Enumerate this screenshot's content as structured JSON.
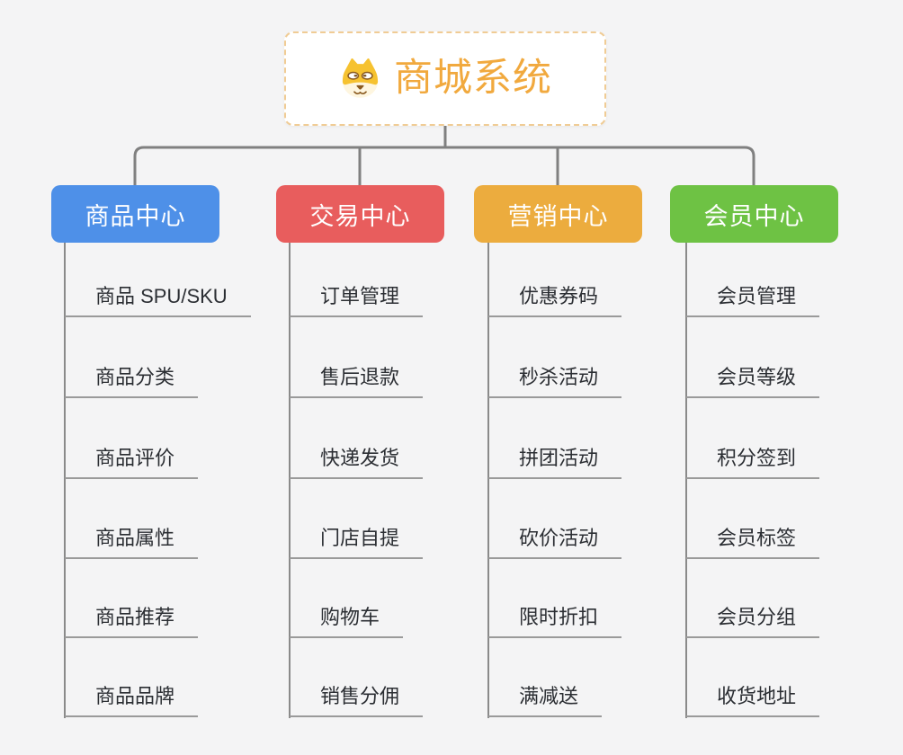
{
  "root": {
    "title": "商城系统",
    "icon": "shiba-dog-icon"
  },
  "branches": [
    {
      "label": "商品中心",
      "color": "#4e90e8",
      "children": [
        "商品 SPU/SKU",
        "商品分类",
        "商品评价",
        "商品属性",
        "商品推荐",
        "商品品牌"
      ]
    },
    {
      "label": "交易中心",
      "color": "#e85d5d",
      "children": [
        "订单管理",
        "售后退款",
        "快递发货",
        "门店自提",
        "购物车",
        "销售分佣"
      ]
    },
    {
      "label": "营销中心",
      "color": "#ecac3e",
      "children": [
        "优惠券码",
        "秒杀活动",
        "拼团活动",
        "砍价活动",
        "限时折扣",
        "满减送"
      ]
    },
    {
      "label": "会员中心",
      "color": "#6ec244",
      "children": [
        "会员管理",
        "会员等级",
        "积分签到",
        "会员标签",
        "会员分组",
        "收货地址"
      ]
    }
  ],
  "colors": {
    "background": "#f4f4f5",
    "connector": "#808080",
    "trunk": "#8a8a8a",
    "underline": "#9a9a9a",
    "leaf_text": "#2b2e33",
    "root_text": "#f1a93e",
    "root_border": "#f0cc95",
    "dog_yellow": "#f6c230",
    "dog_brown": "#8a5a1f"
  }
}
